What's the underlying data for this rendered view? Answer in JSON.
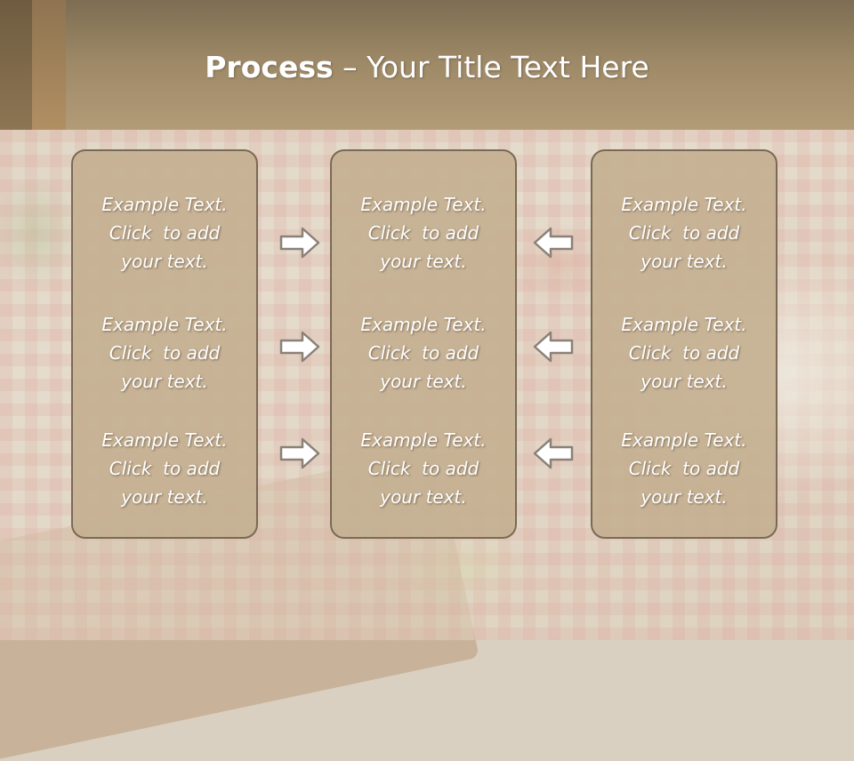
{
  "slide": {
    "title_bold": "Process",
    "title_rest": " – Your Title Text Here"
  },
  "columns": [
    {
      "items": [
        {
          "line1": "Example Text.",
          "line2": "Click  to add",
          "line3": "your text."
        },
        {
          "line1": "Example Text.",
          "line2": "Click  to add",
          "line3": "your text."
        },
        {
          "line1": "Example Text.",
          "line2": "Click  to add",
          "line3": "your text."
        }
      ]
    },
    {
      "items": [
        {
          "line1": "Example Text.",
          "line2": "Click  to add",
          "line3": "your text."
        },
        {
          "line1": "Example Text.",
          "line2": "Click  to add",
          "line3": "your text."
        },
        {
          "line1": "Example Text.",
          "line2": "Click  to add",
          "line3": "your text."
        }
      ]
    },
    {
      "items": [
        {
          "line1": "Example Text.",
          "line2": "Click  to add",
          "line3": "your text."
        },
        {
          "line1": "Example Text.",
          "line2": "Click  to add",
          "line3": "your text."
        },
        {
          "line1": "Example Text.",
          "line2": "Click  to add",
          "line3": "your text."
        }
      ]
    }
  ],
  "arrows": {
    "left_group": [
      "arrow-right-icon",
      "arrow-right-icon",
      "arrow-right-icon"
    ],
    "right_group": [
      "arrow-left-icon",
      "arrow-left-icon",
      "arrow-left-icon"
    ]
  },
  "colors": {
    "header": "#a08b69",
    "box_fill": "#c4b091",
    "box_border": "#7a6a55",
    "text": "#ffffff"
  }
}
